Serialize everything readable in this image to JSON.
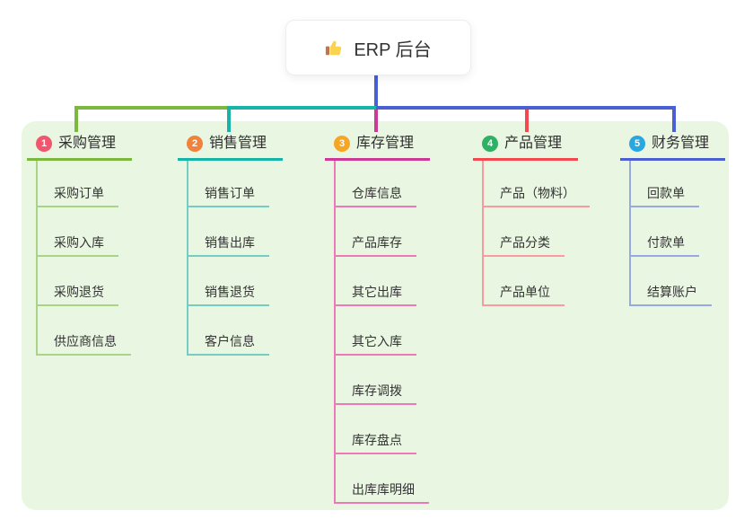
{
  "root": {
    "icon": "thumbs-up-icon",
    "title": "ERP 后台",
    "connector_color": "#4a5fd1"
  },
  "canvas": {
    "background": "#ffffff",
    "panel_background": "#e9f6e2",
    "text_color": "#333333"
  },
  "branches": [
    {
      "number": "1",
      "label": "采购管理",
      "color": "#7bb83d",
      "light_color": "#a9d485",
      "badge_color": "#f2566d",
      "children": [
        {
          "label": "采购订单"
        },
        {
          "label": "采购入库"
        },
        {
          "label": "采购退货"
        },
        {
          "label": "供应商信息"
        }
      ]
    },
    {
      "number": "2",
      "label": "销售管理",
      "color": "#16b3a7",
      "light_color": "#74ccc3",
      "badge_color": "#f0823c",
      "children": [
        {
          "label": "销售订单"
        },
        {
          "label": "销售出库"
        },
        {
          "label": "销售退货"
        },
        {
          "label": "客户信息"
        }
      ]
    },
    {
      "number": "3",
      "label": "库存管理",
      "color": "#cc3a96",
      "light_color": "#ee79b7",
      "badge_color": "#f6a623",
      "children": [
        {
          "label": "仓库信息"
        },
        {
          "label": "产品库存"
        },
        {
          "label": "其它出库"
        },
        {
          "label": "其它入库"
        },
        {
          "label": "库存调拨"
        },
        {
          "label": "库存盘点"
        },
        {
          "label": "出库库明细"
        }
      ]
    },
    {
      "number": "4",
      "label": "产品管理",
      "color": "#f5484e",
      "light_color": "#f79ba0",
      "badge_color": "#2eb065",
      "children": [
        {
          "label": "产品（物料）"
        },
        {
          "label": "产品分类"
        },
        {
          "label": "产品单位"
        }
      ]
    },
    {
      "number": "5",
      "label": "财务管理",
      "color": "#4a5fd1",
      "light_color": "#98a9e2",
      "badge_color": "#29a7e1",
      "children": [
        {
          "label": "回款单"
        },
        {
          "label": "付款单"
        },
        {
          "label": "结算账户"
        }
      ]
    }
  ]
}
